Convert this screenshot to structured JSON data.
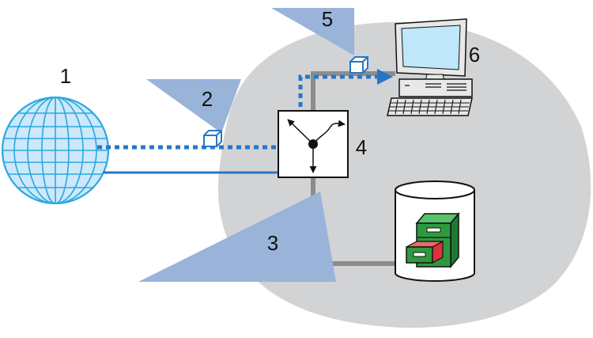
{
  "colors": {
    "network_zone": "#d2d3d5",
    "wedge": "#99b3d9",
    "globe": "#29a8e0",
    "link": "#2777c6",
    "connector": "#8c8c8c",
    "cabinet": "#2e9a3f",
    "drawer_open": "#d9343a"
  },
  "labels": {
    "n1": "1",
    "n2": "2",
    "n3": "3",
    "n4": "4",
    "n5": "5",
    "n6": "6"
  },
  "icons": [
    "globe-icon",
    "packet-icon",
    "router-icon",
    "desktop-computer-icon",
    "database-icon",
    "file-cabinet-icon"
  ]
}
